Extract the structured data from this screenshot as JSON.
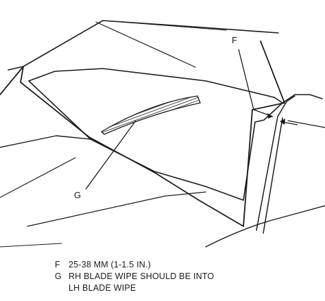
{
  "callouts": {
    "f": "F",
    "g": "G"
  },
  "legend": {
    "items": [
      {
        "key": "F",
        "text": "25-38 MM (1-1.5 IN.)"
      },
      {
        "key": "G",
        "text": "RH BLADE WIPE SHOULD BE INTO",
        "continuation": "LH BLADE WIPE"
      }
    ]
  },
  "colors": {
    "ink": "#1a1a1a",
    "background": "#ffffff"
  }
}
